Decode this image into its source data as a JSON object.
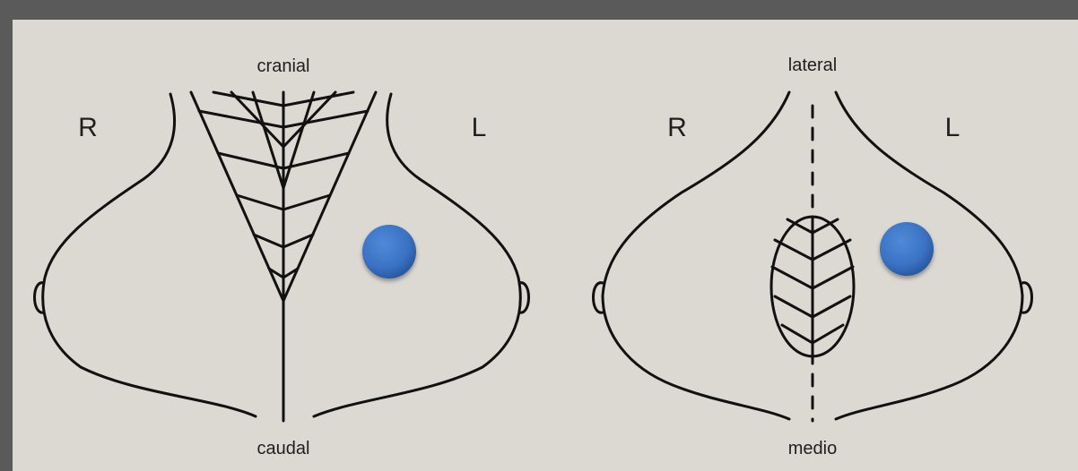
{
  "left_diagram": {
    "top_label": "cranial",
    "bottom_label": "caudal",
    "right_side_label": "R",
    "left_side_label": "L"
  },
  "right_diagram": {
    "top_label": "lateral",
    "bottom_label": "medio",
    "right_side_label": "R",
    "left_side_label": "L"
  },
  "colors": {
    "background": "#5a5a5a",
    "panel": "#dcd8d2",
    "stroke": "#111111",
    "marker": "#3a72c4"
  }
}
